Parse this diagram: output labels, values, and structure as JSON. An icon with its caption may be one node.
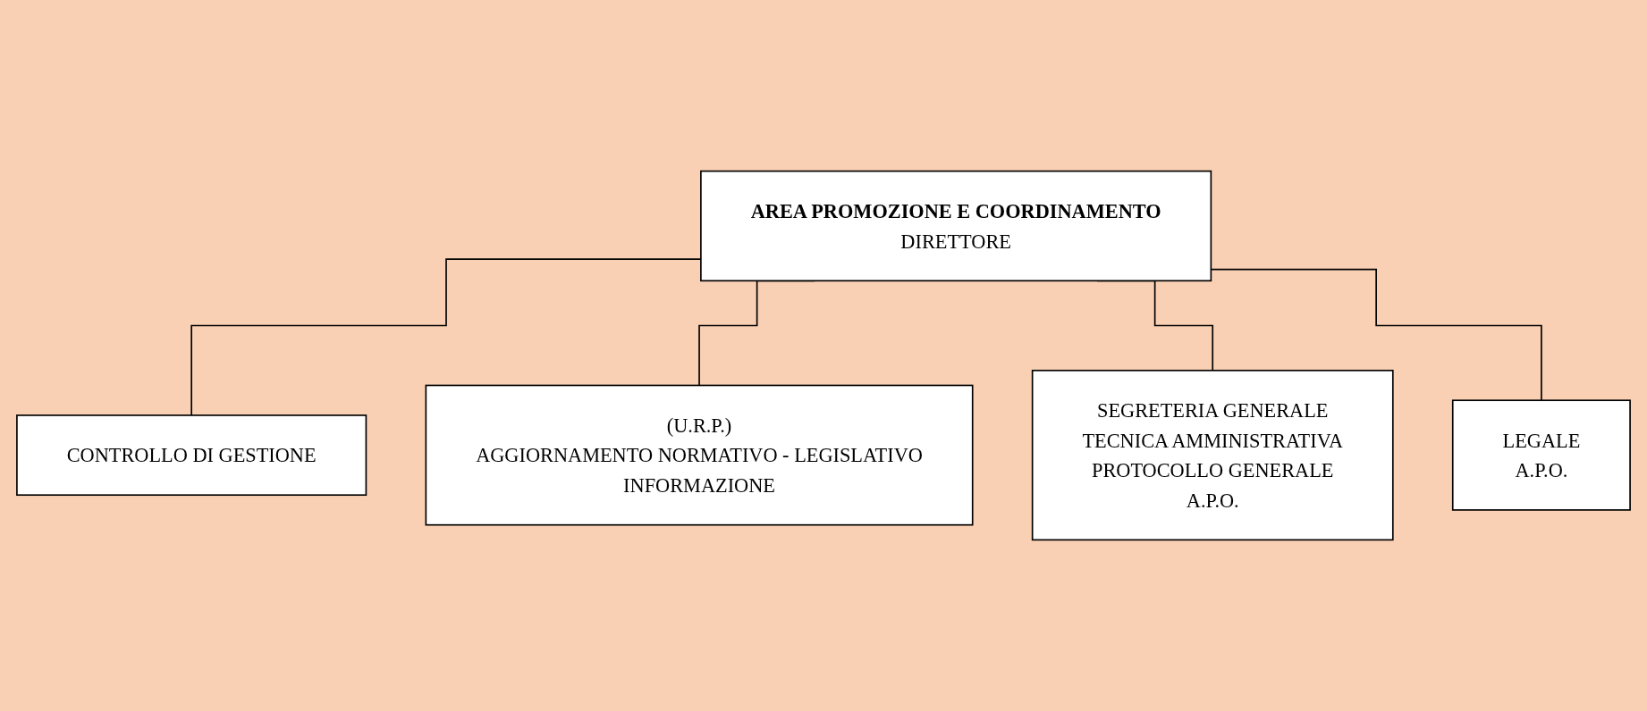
{
  "diagram": {
    "nodes": [
      {
        "text": [
          "AREA PROMOZIONE E COORDINAMENTO",
          "DIRETTORE"
        ]
      },
      {
        "text": [
          "CONTROLLO DI GESTIONE"
        ]
      },
      {
        "text": [
          "(U.R.P.)",
          "AGGIORNAMENTO NORMATIVO - LEGISLATIVO",
          "INFORMAZIONE"
        ]
      },
      {
        "text": [
          "SEGRETERIA GENERALE",
          "TECNICA AMMINISTRATIVA",
          "PROTOCOLLO GENERALE",
          "A.P.O."
        ]
      },
      {
        "text": [
          "LEGALE",
          "A.P.O."
        ]
      }
    ],
    "edges": [
      {
        "from": 0,
        "to": 1,
        "arrow": "none"
      },
      {
        "from": 0,
        "to": 2,
        "arrow": "none"
      },
      {
        "from": 0,
        "to": 3,
        "arrow": "none"
      },
      {
        "from": 0,
        "to": 4,
        "arrow": "none"
      }
    ]
  }
}
